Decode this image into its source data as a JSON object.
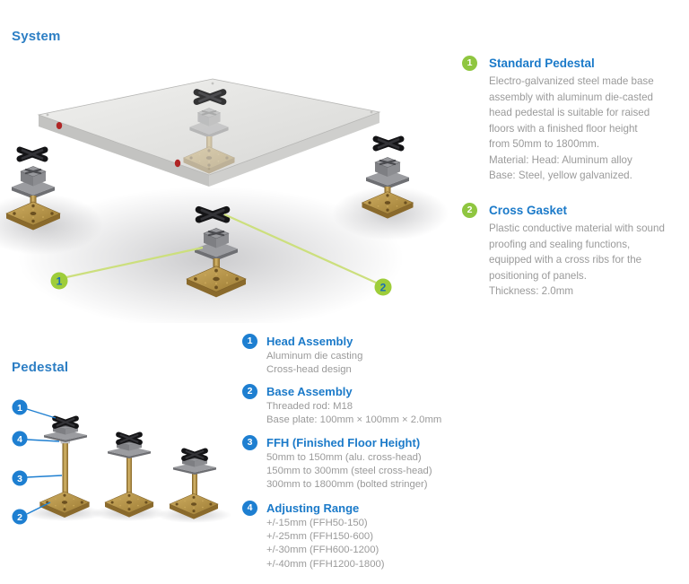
{
  "titles": {
    "system": "System",
    "pedestal": "Pedestal"
  },
  "system_diagram": {
    "callout_1": "1",
    "callout_2": "2"
  },
  "pedestal_diagram": {
    "callout_head": "1",
    "callout_adjust": "4",
    "callout_ffh": "3",
    "callout_base": "2"
  },
  "right_column": {
    "sections": [
      {
        "badge": "1",
        "title": "Standard Pedestal",
        "body": "Electro-galvanized steel made base\nassembly with aluminum die-casted\nhead pedestal is suitable for raised\nfloors with a finished floor height\nfrom 50mm to 1800mm.\nMaterial: Head: Aluminum alloy\nBase: Steel, yellow galvanized."
      },
      {
        "badge": "2",
        "title": "Cross Gasket",
        "body": "Plastic conductive material with sound\nproofing and sealing functions,\nequipped with a cross ribs for the\npositioning of panels.\nThickness: 2.0mm"
      }
    ]
  },
  "middle_column": {
    "sections": [
      {
        "badge": "1",
        "title": "Head Assembly",
        "body": "Aluminum die casting\nCross-head design"
      },
      {
        "badge": "2",
        "title": "Base Assembly",
        "body": "Threaded rod: M18\nBase plate: 100mm × 100mm × 2.0mm"
      },
      {
        "badge": "3",
        "title": "FFH (Finished Floor Height)",
        "body": "50mm to 150mm (alu. cross-head)\n150mm to 300mm (steel cross-head)\n300mm to 1800mm (bolted stringer)"
      },
      {
        "badge": "4",
        "title": "Adjusting Range",
        "body": "+/-15mm (FFH50-150)\n+/-25mm (FFH150-600)\n+/-30mm (FFH600-1200)\n+/-40mm (FFH1200-1800)"
      }
    ]
  },
  "colors": {
    "accent_blue": "#1b7ac9",
    "badge_blue": "#1e7fd1",
    "badge_green": "#8fc640",
    "callout_green": "#9ecd3a",
    "callout_number_blue": "#1b6db5",
    "lime_line": "#ccdf7d",
    "body_gray": "#9a9a9a",
    "red_dot": "#b02525"
  }
}
